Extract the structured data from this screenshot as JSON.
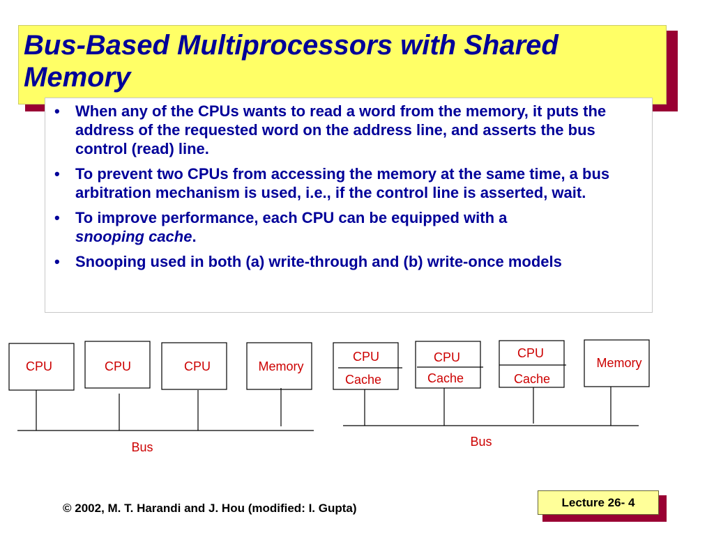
{
  "title": {
    "line1": "Bus-Based Multiprocessors with Shared",
    "line2": "Memory"
  },
  "bullets": [
    {
      "text": "When any of the CPUs wants to read a word from the memory, it puts the address of the requested word on the address line, and asserts the bus control (read) line."
    },
    {
      "text": "To prevent two CPUs from accessing the memory at the same time, a bus arbitration mechanism is used, i.e., if the control line is asserted, wait."
    },
    {
      "text_before": "To improve performance, each CPU can be equipped with a",
      "emphasis": "snooping cache",
      "text_after": "."
    },
    {
      "text": "Snooping used in both (a) write-through and (b) write-once models"
    }
  ],
  "diagram_left": {
    "units": [
      "CPU",
      "CPU",
      "CPU",
      "Memory"
    ],
    "bus_label": "Bus"
  },
  "diagram_right": {
    "units": [
      {
        "top": "CPU",
        "bottom": "Cache"
      },
      {
        "top": "CPU",
        "bottom": "Cache"
      },
      {
        "top": "CPU",
        "bottom": "Cache"
      }
    ],
    "memory": "Memory",
    "bus_label": "Bus"
  },
  "footer": {
    "copyright": "© 2002, M. T. Harandi and J. Hou (modified: I. Gupta)"
  },
  "lecture": {
    "label": "Lecture 26- 4"
  },
  "colors": {
    "title_bg": "#ffff66",
    "shadow": "#990033",
    "text_blue": "#000099",
    "lecture_bg": "#ffff99"
  }
}
